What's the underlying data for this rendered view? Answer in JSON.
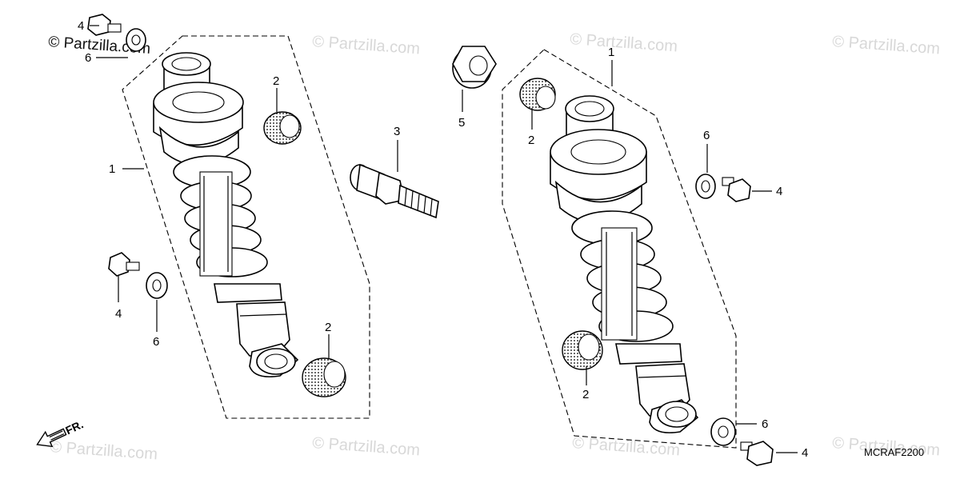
{
  "diagram": {
    "code": "MCRAF2200",
    "front_marker": "FR.",
    "watermark_text": "© Partzilla.com",
    "callouts": {
      "left_shock": "1",
      "left_bush_top": "2",
      "left_bush_bottom": "2",
      "left_bolt_top": "4",
      "left_washer_top": "6",
      "left_bolt_side": "4",
      "left_washer_side": "6",
      "stud_bolt": "3",
      "nut": "5",
      "right_shock": "1",
      "right_bush_top": "2",
      "right_bush_bottom": "2",
      "right_washer_upper": "6",
      "right_bolt_upper": "4",
      "right_washer_lower": "6",
      "right_bolt_lower": "4"
    }
  }
}
